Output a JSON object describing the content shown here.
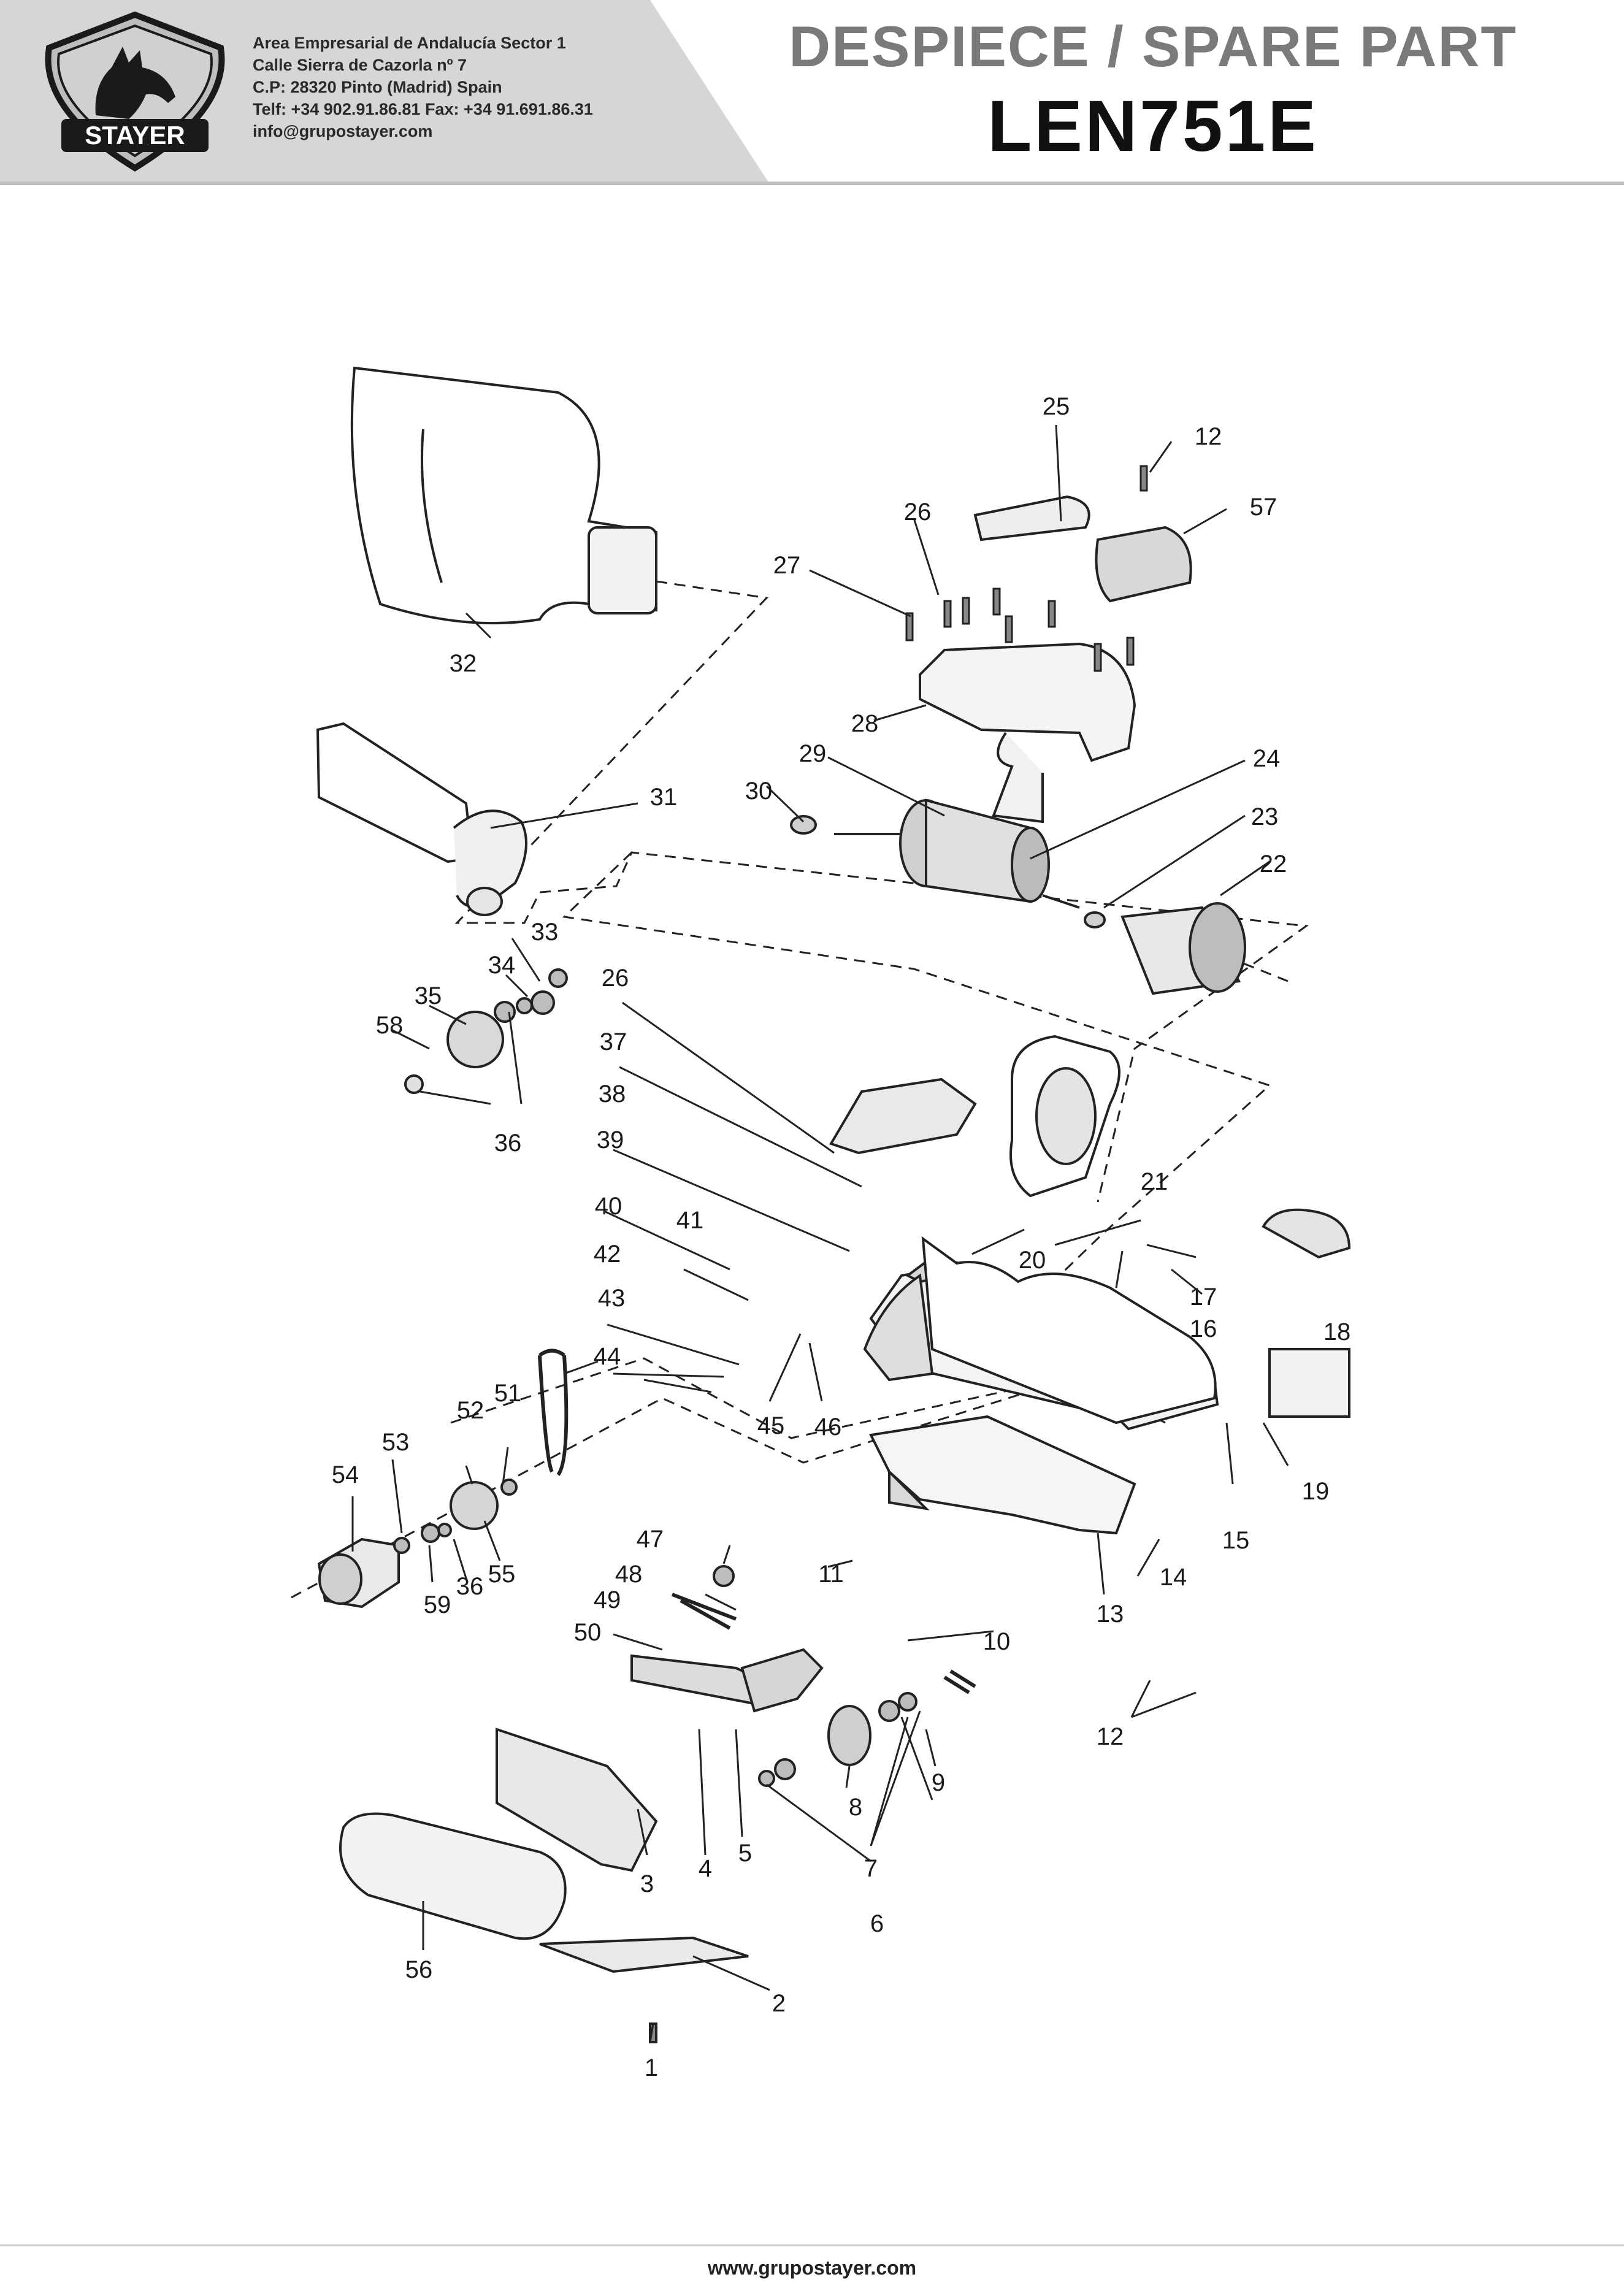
{
  "header": {
    "brand": "STAYER",
    "company_lines": [
      "Area Empresarial de Andalucía Sector 1",
      "Calle Sierra de Cazorla nº 7",
      "C.P: 28320 Pinto (Madrid) Spain",
      "Telf: +34 902.91.86.81 Fax: +34 91.691.86.31",
      "info@grupostayer.com"
    ],
    "title": "DESPIECE / SPARE PART",
    "model": "LEN751E"
  },
  "parts": [
    {
      "id": "p1",
      "number": "1"
    },
    {
      "id": "p2",
      "number": "2"
    },
    {
      "id": "p3",
      "number": "3"
    },
    {
      "id": "p4",
      "number": "4"
    },
    {
      "id": "p5",
      "number": "5"
    },
    {
      "id": "p6",
      "number": "6"
    },
    {
      "id": "p7",
      "number": "7"
    },
    {
      "id": "p8",
      "number": "8"
    },
    {
      "id": "p9",
      "number": "9"
    },
    {
      "id": "p10",
      "number": "10"
    },
    {
      "id": "p11",
      "number": "11"
    },
    {
      "id": "p12a",
      "number": "12"
    },
    {
      "id": "p12b",
      "number": "12"
    },
    {
      "id": "p13",
      "number": "13"
    },
    {
      "id": "p14",
      "number": "14"
    },
    {
      "id": "p15",
      "number": "15"
    },
    {
      "id": "p16",
      "number": "16"
    },
    {
      "id": "p17",
      "number": "17"
    },
    {
      "id": "p18",
      "number": "18"
    },
    {
      "id": "p19",
      "number": "19"
    },
    {
      "id": "p20",
      "number": "20"
    },
    {
      "id": "p21",
      "number": "21"
    },
    {
      "id": "p22",
      "number": "22"
    },
    {
      "id": "p23",
      "number": "23"
    },
    {
      "id": "p24",
      "number": "24"
    },
    {
      "id": "p25",
      "number": "25"
    },
    {
      "id": "p26a",
      "number": "26"
    },
    {
      "id": "p26b",
      "number": "26"
    },
    {
      "id": "p27",
      "number": "27"
    },
    {
      "id": "p28",
      "number": "28"
    },
    {
      "id": "p29",
      "number": "29"
    },
    {
      "id": "p30",
      "number": "30"
    },
    {
      "id": "p31",
      "number": "31"
    },
    {
      "id": "p32",
      "number": "32"
    },
    {
      "id": "p33",
      "number": "33"
    },
    {
      "id": "p34",
      "number": "34"
    },
    {
      "id": "p35",
      "number": "35"
    },
    {
      "id": "p36a",
      "number": "36"
    },
    {
      "id": "p36b",
      "number": "36"
    },
    {
      "id": "p37",
      "number": "37"
    },
    {
      "id": "p38",
      "number": "38"
    },
    {
      "id": "p39",
      "number": "39"
    },
    {
      "id": "p40",
      "number": "40"
    },
    {
      "id": "p41",
      "number": "41"
    },
    {
      "id": "p42",
      "number": "42"
    },
    {
      "id": "p43",
      "number": "43"
    },
    {
      "id": "p44",
      "number": "44"
    },
    {
      "id": "p45",
      "number": "45"
    },
    {
      "id": "p46",
      "number": "46"
    },
    {
      "id": "p47",
      "number": "47"
    },
    {
      "id": "p48",
      "number": "48"
    },
    {
      "id": "p49",
      "number": "49"
    },
    {
      "id": "p50",
      "number": "50"
    },
    {
      "id": "p51",
      "number": "51"
    },
    {
      "id": "p52",
      "number": "52"
    },
    {
      "id": "p53",
      "number": "53"
    },
    {
      "id": "p54",
      "number": "54"
    },
    {
      "id": "p55",
      "number": "55"
    },
    {
      "id": "p56",
      "number": "56"
    },
    {
      "id": "p57",
      "number": "57"
    },
    {
      "id": "p58",
      "number": "58"
    },
    {
      "id": "p59",
      "number": "59"
    }
  ],
  "footer": {
    "url": "www.grupostayer.com"
  }
}
